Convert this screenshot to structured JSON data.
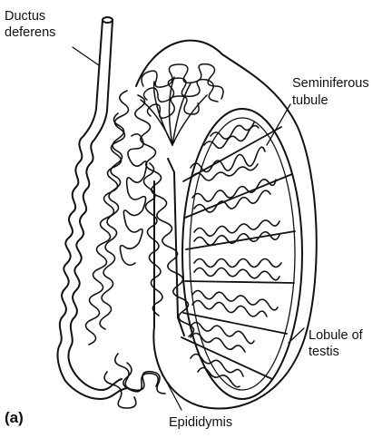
{
  "labels": {
    "ductus_deferens": [
      "Ductus",
      "deferens"
    ],
    "seminiferous_tubule": [
      "Seminiferous",
      "tubule"
    ],
    "lobule_of_testis": [
      "Lobule of",
      "testis"
    ],
    "epididymis": "Epididymis",
    "panel_letter": "(a)"
  },
  "colors": {
    "ink": "#111111",
    "background": "#ffffff"
  }
}
